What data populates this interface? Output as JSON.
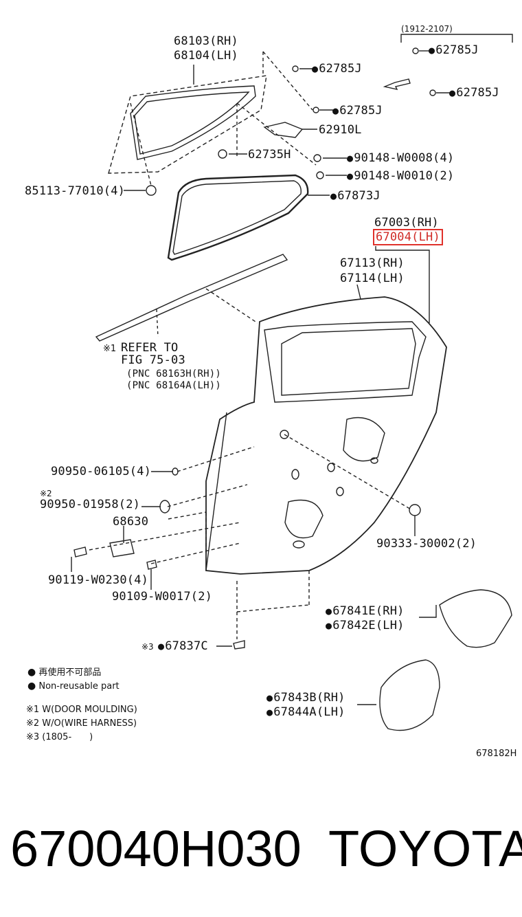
{
  "diagram_code": "678182H",
  "date_range_top": "(1912-2107)",
  "labels": {
    "p68103": "68103(RH)",
    "p68104": "68104(LH)",
    "p62785j_a": "62785J",
    "p62785j_b": "62785J",
    "p62785j_c": "62785J",
    "p62785j_d": "62785J",
    "p62910l": "62910L",
    "p62735h": "62735H",
    "p90148_8": "90148-W0008(4)",
    "p90148_10": "90148-W0010(2)",
    "p85113": "85113-77010(4)",
    "p67873j": "67873J",
    "p67003": "67003(RH)",
    "p67004": "67004(LH)",
    "p67113": "67113(RH)",
    "p67114": "67114(LH)",
    "refer_mark": "※1",
    "refer_1": "REFER TO",
    "refer_2": "FIG 75-03",
    "refer_3": "(PNC 68163H(RH))",
    "refer_4": "(PNC 68164A(LH))",
    "p90950_06105": "90950-06105(4)",
    "p90950_01958_mark": "※2",
    "p90950_01958": "90950-01958(2)",
    "p68630": "68630",
    "p90333": "90333-30002(2)",
    "p90119": "90119-W0230(4)",
    "p90109": "90109-W0017(2)",
    "p67841e": "67841E(RH)",
    "p67842e": "67842E(LH)",
    "p67837c_mark": "※3",
    "p67837c": "67837C",
    "p67843b": "67843B(RH)",
    "p67844a": "67844A(LH)"
  },
  "legend": {
    "reuse_jp": "再使用不可部品",
    "reuse_en": "Non-reusable part",
    "note1": "※1 W(DOOR MOULDING)",
    "note2": "※2 W/O(WIRE HARNESS)",
    "note3": "※3 (1805-　　)"
  },
  "footer": {
    "part_number": "670040H030",
    "brand": "TOYOTA"
  }
}
